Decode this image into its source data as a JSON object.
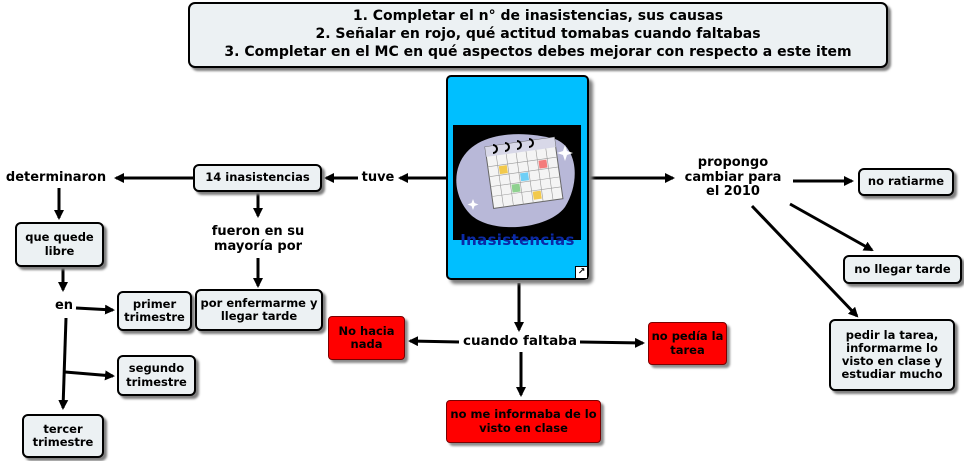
{
  "instructions": {
    "line1": "1. Completar el n° de inasistencias, sus causas",
    "line2": "2. Señalar en rojo, qué actitud tomabas cuando faltabas",
    "line3": "3. Completar en el MC en qué aspectos debes mejorar con respecto a este item"
  },
  "center": {
    "title": "Inasistencias",
    "image_icon": "calendar-icon",
    "link_icon": "shortcut-arrow-icon"
  },
  "colors": {
    "concept_fill": "#ecf1f3",
    "highlight_red": "#ff0000",
    "center_fill": "#00bfff",
    "center_title": "#0b2aa8"
  },
  "nodes": {
    "tuve": "tuve",
    "inasistencias_count": "14 inasistencias",
    "determinaron": "determinaron",
    "que_quede_libre": "que quede libre",
    "en": "en",
    "primer_trimestre": "primer trimestre",
    "segundo_trimestre": "segundo trimestre",
    "tercer_trimestre": "tercer trimestre",
    "fueron_en": "fueron en su mayoría por",
    "por_enfermarme": "por enfermarme y llegar tarde",
    "cuando_faltaba": "cuando faltaba",
    "no_hacia_nada": "No hacia nada",
    "no_pedia_tarea": "no pedía la tarea",
    "no_me_informaba": "no me informaba de lo visto en clase",
    "propongo": "propongo cambiar para el 2010",
    "no_ratiarme": "no ratiarme",
    "no_llegar_tarde": "no llegar tarde",
    "pedir_tarea": "pedir la tarea, informarme lo visto en clase y estudiar mucho"
  }
}
